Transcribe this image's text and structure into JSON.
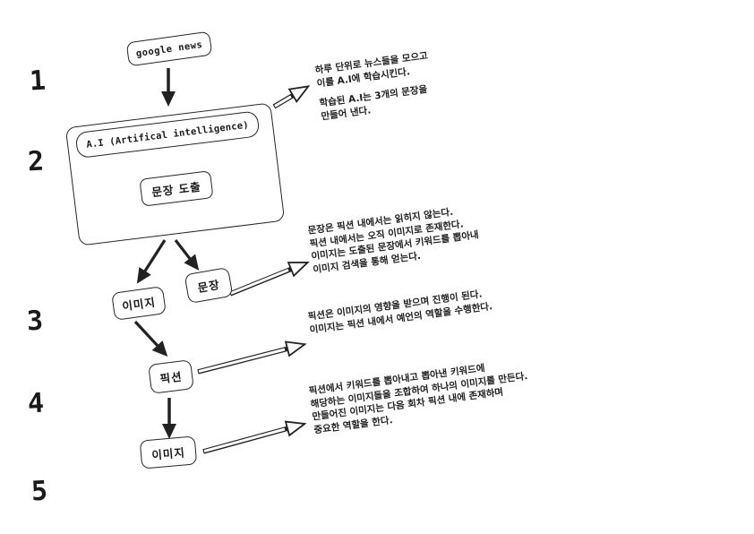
{
  "palette": {
    "ink": "#222222",
    "background": "#ffffff"
  },
  "steps": [
    "1",
    "2",
    "3",
    "4",
    "5"
  ],
  "nodes": {
    "google_news": "google news",
    "ai_title": "A.I (Artifical intelligence)",
    "sentence_derive": "문장 도출",
    "image_top": "이미지",
    "sentence": "문장",
    "fiction": "픽션",
    "image_bottom": "이미지"
  },
  "annotations": {
    "a1": {
      "lines": [
        "하루 단위로 뉴스들을 모으고",
        "이를 A.I에 학습시킨다.",
        "",
        "학습된 A.I는 3개의 문장을",
        "만들어 낸다."
      ]
    },
    "a2": {
      "lines": [
        "문장은 픽션 내에서는 읽히지 않는다.",
        "픽션 내에서는 오직 이미지로 존재한다.",
        "이미지는 도출된 문장에서 키워드를 뽑아내",
        "이미지 검색을 통해 얻는다."
      ]
    },
    "a3": {
      "lines": [
        "픽션은 이미지의 영향을 받으며 진행이 된다.",
        "이미지는 픽션 내에서 예언의 역할을 수행한다."
      ]
    },
    "a4": {
      "lines": [
        "픽션에서 키워드를 뽑아내고 뽑아낸 키워드에",
        "해당하는 이미지들을 조합하여 하나의 이미지를 만든다.",
        "만들어진 이미지는 다음 회차 픽션 내에 존재하며",
        "중요한 역할을 한다."
      ]
    }
  }
}
